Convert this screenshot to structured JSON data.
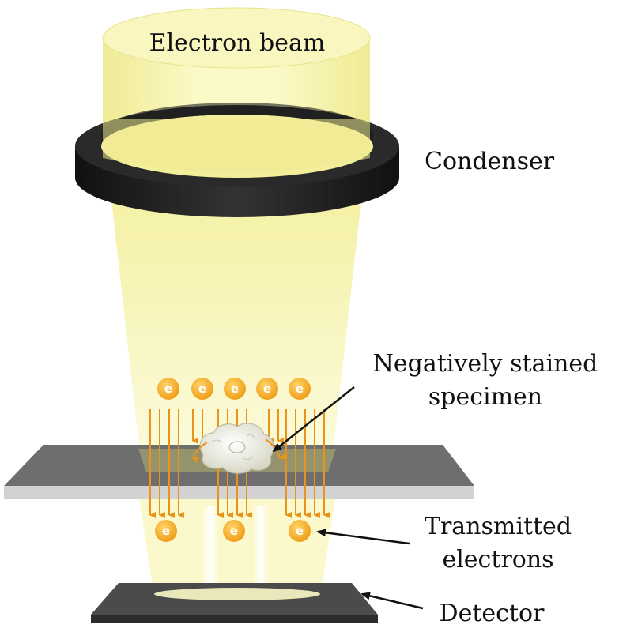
{
  "labels": {
    "electron_beam": "Electron beam",
    "condenser": "Condenser",
    "specimen_line1": "Negatively stained",
    "specimen_line2": "specimen",
    "transmitted_line1": "Transmitted",
    "transmitted_line2": "electrons",
    "detector": "Detector"
  },
  "electron_symbol": "e",
  "colors": {
    "beam": "#f6f3a0",
    "beam_edge": "#e6e07a",
    "electron": "#f3a81e",
    "arrow": "#e8931a",
    "condenser": "#222222",
    "grid_top": "#6c6c6c",
    "grid_edge": "#cfcfcf",
    "detector": "#4a4a4a"
  }
}
